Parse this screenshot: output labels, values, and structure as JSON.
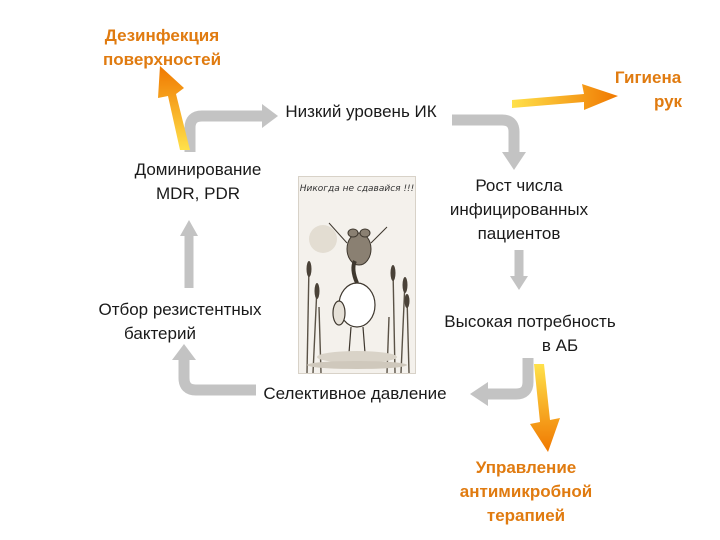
{
  "colors": {
    "flow_arrow": "#c3c3c3",
    "orange_arrow_light": "#ffd000",
    "orange_arrow_dark": "#f07800",
    "orange_label": "#e07b10",
    "text": "#1a1a1a"
  },
  "cycle": {
    "low_ik": "Низкий уровень ИК",
    "infected_growth": [
      "Рост числа",
      "инфицированных",
      "пациентов"
    ],
    "ab_need": [
      "Высокая потребность",
      "в АБ"
    ],
    "selective_pressure": "Селективное давление",
    "resistant_selection": [
      "Отбор резистентных",
      "бактерий"
    ],
    "mdr_dominance": [
      "Доминирование",
      "MDR, PDR"
    ]
  },
  "interventions": {
    "surface_disinfection": [
      "Дезинфекция",
      "поверхностей"
    ],
    "hand_hygiene": [
      "Гигиена",
      "рук"
    ],
    "antimicrobial_management": [
      "Управление",
      "антимикробной",
      "терапией"
    ]
  },
  "picture": {
    "title": "Никогда не сдавайся !!!"
  }
}
